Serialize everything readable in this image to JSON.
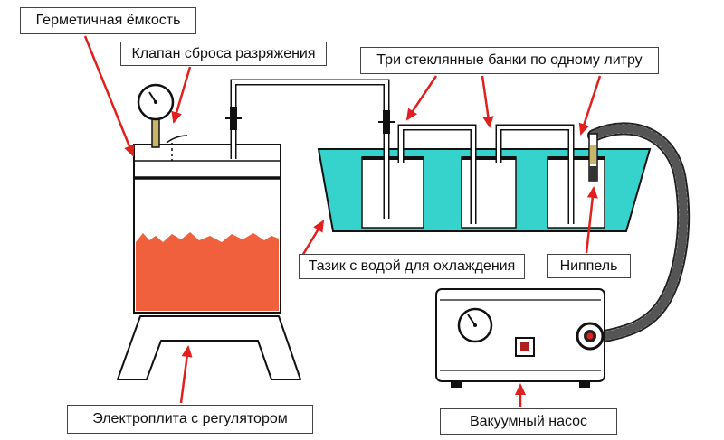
{
  "labels": {
    "sealed_vessel": "Герметичная ёмкость",
    "relief_valve": "Клапан сброса разряжения",
    "glass_jars": "Три стеклянные банки по одному литру",
    "cooling_basin": "Тазик с водой для охлаждения",
    "nipple": "Ниппель",
    "hotplate": "Электроплита с регулятором",
    "vacuum_pump": "Вакуумный насос"
  },
  "colors": {
    "arrow": "#e0201c",
    "water": "#36d2cc",
    "liquid": "#f0603c",
    "fitting": "#c8b46a",
    "pump_switch": "#b0201c",
    "pump_knob_dot": "#e0201c"
  }
}
